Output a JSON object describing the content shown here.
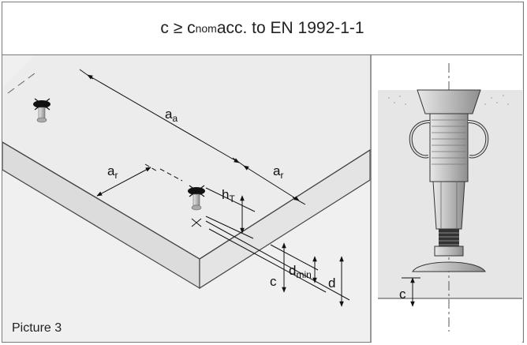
{
  "header": {
    "title_lhs": "c ≥ c",
    "title_sub": "nom",
    "title_rest": " acc. to EN 1992-1-1"
  },
  "labels": {
    "aa_main": "a",
    "aa_sub": "a",
    "ar_main": "a",
    "ar_sub": "r",
    "hT_main": "h",
    "hT_sub": "T",
    "dmin_main": "d",
    "dmin_sub": "min",
    "c": "c",
    "d": "d"
  },
  "caption": "Picture 3"
}
